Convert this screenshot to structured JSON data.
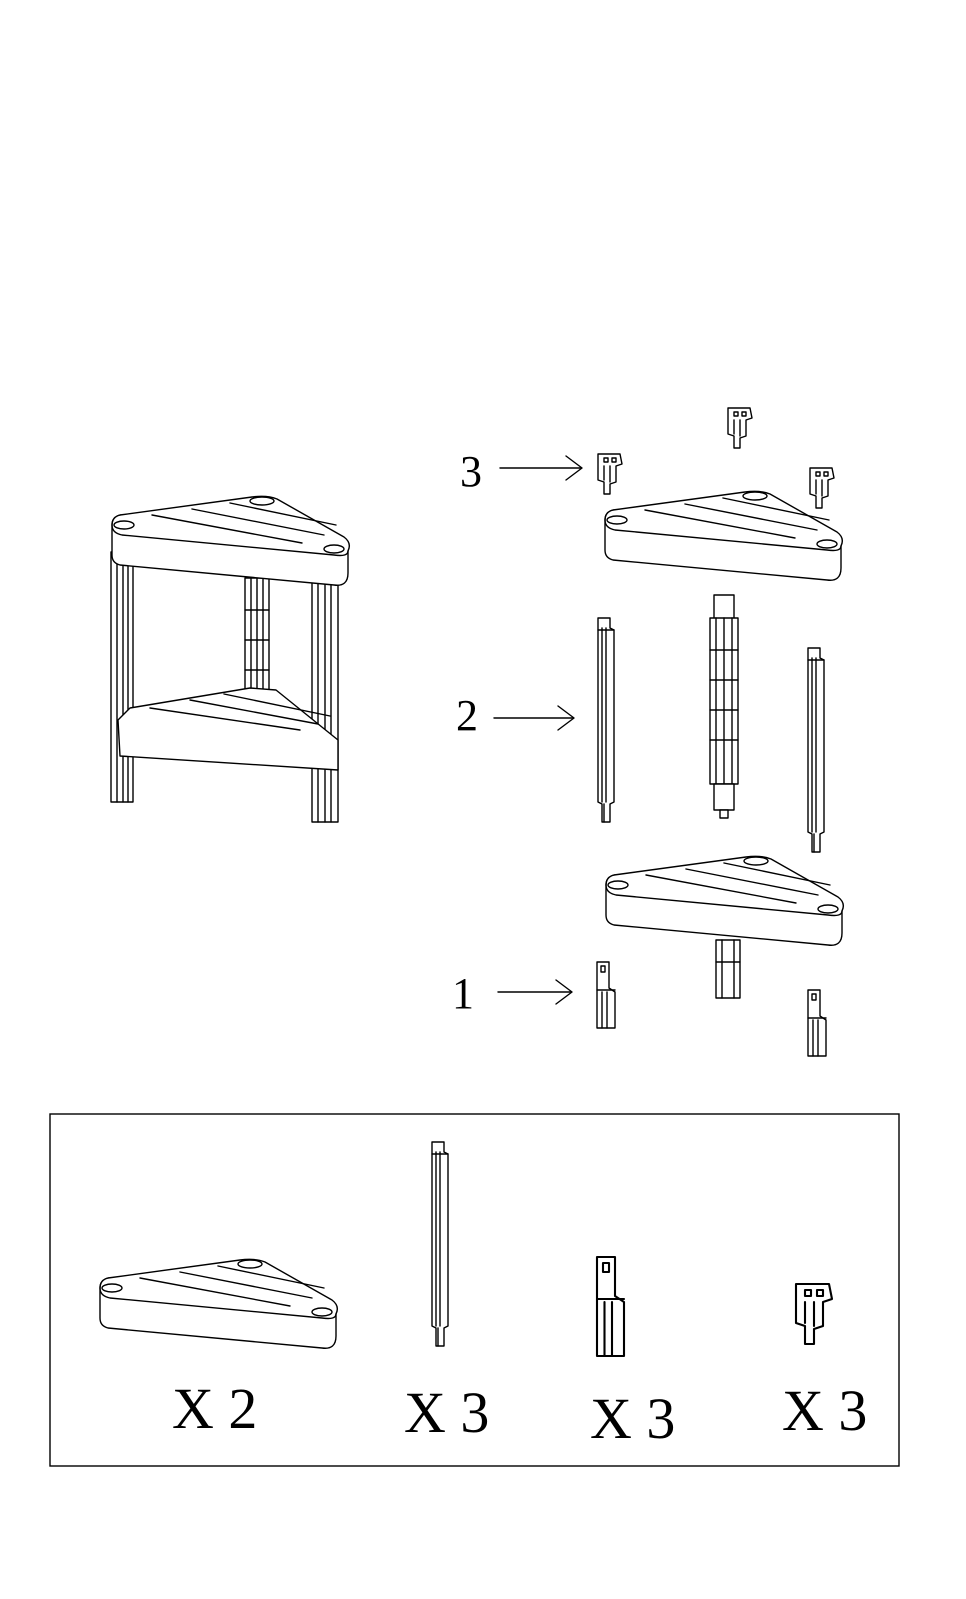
{
  "callouts": [
    {
      "label": "3",
      "target": "corner-cap"
    },
    {
      "label": "2",
      "target": "leg-post"
    },
    {
      "label": "1",
      "target": "foot-connector"
    }
  ],
  "parts": [
    {
      "part": "triangular-shelf",
      "qty": "X 2"
    },
    {
      "part": "leg-post",
      "qty": "X 3"
    },
    {
      "part": "foot-connector",
      "qty": "X 3"
    },
    {
      "part": "corner-cap",
      "qty": "X 3"
    }
  ],
  "colors": {
    "ink": "#000000",
    "paper": "#ffffff"
  }
}
